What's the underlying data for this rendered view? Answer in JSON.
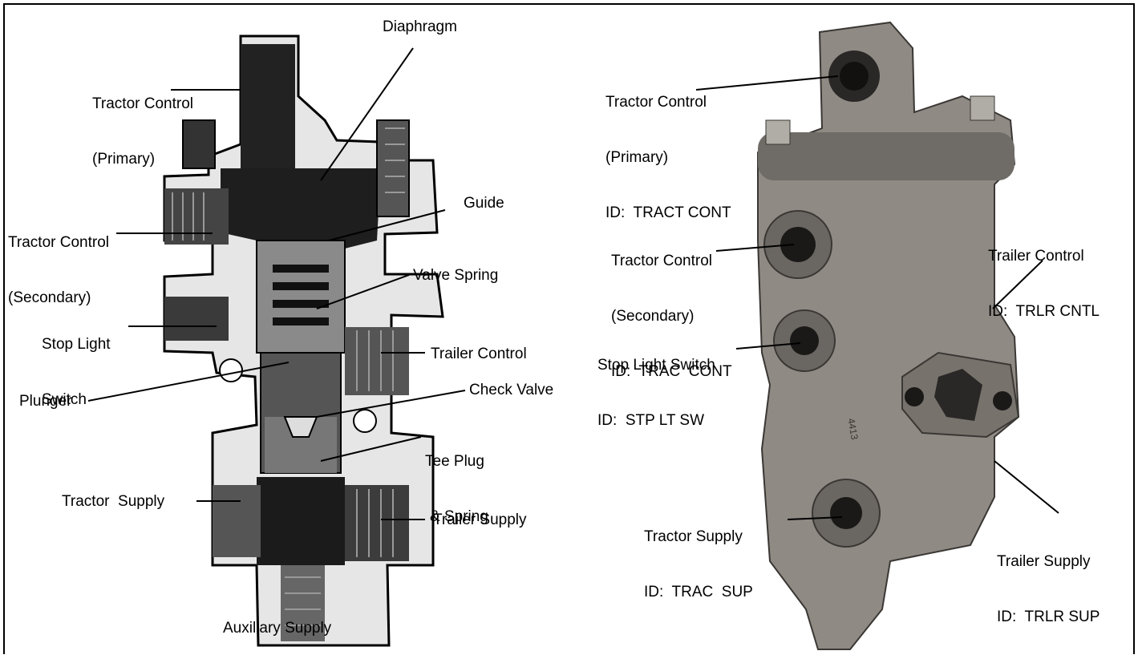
{
  "left_diagram": {
    "labels": {
      "tractor_control_primary": [
        "Tractor Control",
        "(Primary)"
      ],
      "diaphragm": "Diaphragm",
      "tractor_control_secondary": [
        "Tractor Control",
        "(Secondary)"
      ],
      "guide": "Guide",
      "valve_spring": "Valve Spring",
      "stop_light_switch": [
        "Stop Light",
        "Switch"
      ],
      "trailer_control": "Trailer Control",
      "plunger": "Plunger",
      "check_valve": "Check Valve",
      "tee_plug_spring": [
        "Tee Plug",
        "& Spring"
      ],
      "tractor_supply": "Tractor  Supply",
      "trailer_supply": "Trailer Supply",
      "auxiliary_supply": "Auxiliary Supply"
    }
  },
  "right_photo": {
    "labels": {
      "tractor_control_primary": [
        "Tractor Control",
        "(Primary)",
        "ID:  TRACT CONT"
      ],
      "tractor_control_secondary": [
        "Tractor Control",
        "(Secondary)",
        "ID:  TRAC  CONT"
      ],
      "trailer_control": [
        "Trailer Control",
        "ID:  TRLR CNTL"
      ],
      "stop_light_switch": [
        "Stop Light Switch",
        "ID:  STP LT SW"
      ],
      "tractor_supply": [
        "Tractor Supply",
        "ID:  TRAC  SUP"
      ],
      "trailer_supply": [
        "Trailer Supply",
        "ID:  TRLR SUP"
      ]
    },
    "stamp_text": [
      "4413"
    ]
  },
  "colors": {
    "ink": "#000000",
    "body_dark": "#2b2b2b",
    "body_mid": "#6e6e6e",
    "metal_light": "#9a9690",
    "metal_dark": "#3a3734"
  }
}
